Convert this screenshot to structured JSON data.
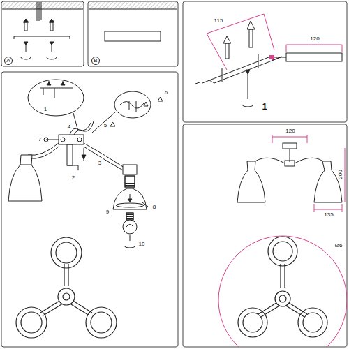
{
  "diagram": {
    "nodes": [
      {
        "text": [
          "A"
        ]
      },
      {
        "text": [
          "B"
        ]
      }
    ],
    "labels": [
      "115",
      "120",
      "1",
      "1",
      "6",
      "5",
      "4",
      "7",
      "3",
      "2",
      "8",
      "9",
      "10",
      "120",
      "200",
      "135",
      "Ø6"
    ]
  }
}
